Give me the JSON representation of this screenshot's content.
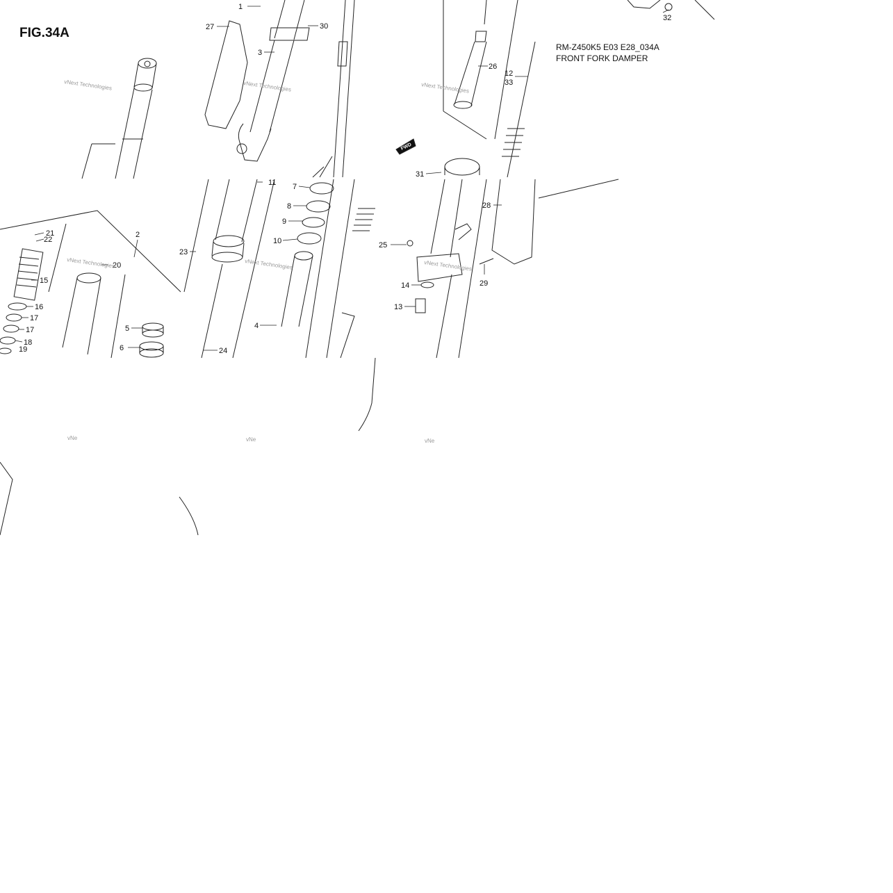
{
  "figure": {
    "title": "FIG.34A",
    "model": "RM-Z450K5 E03 E28_034A",
    "description": "FRONT FORK DAMPER"
  },
  "watermark": {
    "line1": "vNext Technologies",
    "line2": "vNe"
  },
  "fwd_label": "FWD",
  "callouts": {
    "c1": "1",
    "c2": "2",
    "c3": "3",
    "c4": "4",
    "c5": "5",
    "c6": "6",
    "c7": "7",
    "c8": "8",
    "c9": "9",
    "c10": "10",
    "c11": "11",
    "c12": "12",
    "c13": "13",
    "c14": "14",
    "c15": "15",
    "c16": "16",
    "c17a": "17",
    "c17b": "17",
    "c18": "18",
    "c19": "19",
    "c20": "20",
    "c21": "21",
    "c22": "22",
    "c23": "23",
    "c24": "24",
    "c25": "25",
    "c26": "26",
    "c27": "27",
    "c28": "28",
    "c29": "29",
    "c30": "30",
    "c31": "31",
    "c32": "32",
    "c33": "33"
  },
  "colors": {
    "line": "#222222",
    "watermark": "#9a9a9a",
    "background": "#ffffff"
  }
}
